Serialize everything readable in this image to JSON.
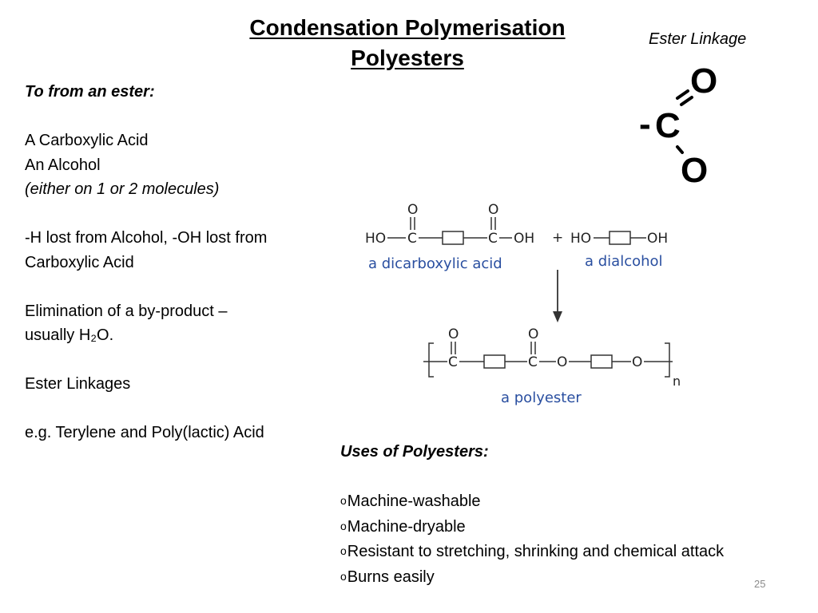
{
  "slide": {
    "title_line1": "Condensation Polymerisation",
    "title_line2": "Polyesters",
    "page_number": "25"
  },
  "left": {
    "heading": "To from an ester:",
    "ingredient1": "A Carboxylic  Acid",
    "ingredient2": "An Alcohol",
    "ingredient_note": "(either on 1 or 2 molecules)",
    "loss_line1": "-H lost from Alcohol, -OH lost from",
    "loss_line2": "Carboxylic Acid",
    "elim_line1": "Elimination of a by-product –",
    "elim_line2": "usually H₂O.",
    "linkages": "Ester Linkages",
    "example": "e.g. Terylene and Poly(lactic) Acid"
  },
  "ester_linkage": {
    "label": "Ester Linkage",
    "dash": "-",
    "carbon": "C",
    "oxygen_top": "O",
    "oxygen_bottom": "O"
  },
  "scheme": {
    "ho": "HO",
    "c": "C",
    "oh": "OH",
    "o": "O",
    "plus": "+",
    "n": "n",
    "dicarboxylic_label": "a dicarboxylic acid",
    "dialcohol_label": "a dialcohol",
    "polyester_label": "a polyester",
    "label_color": "#2a4fa0"
  },
  "uses": {
    "heading": "Uses of Polyesters:",
    "bullet_symbol": "o",
    "items": [
      "Machine-washable",
      "Machine-dryable",
      "Resistant to stretching, shrinking and chemical attack",
      "Burns easily"
    ]
  }
}
